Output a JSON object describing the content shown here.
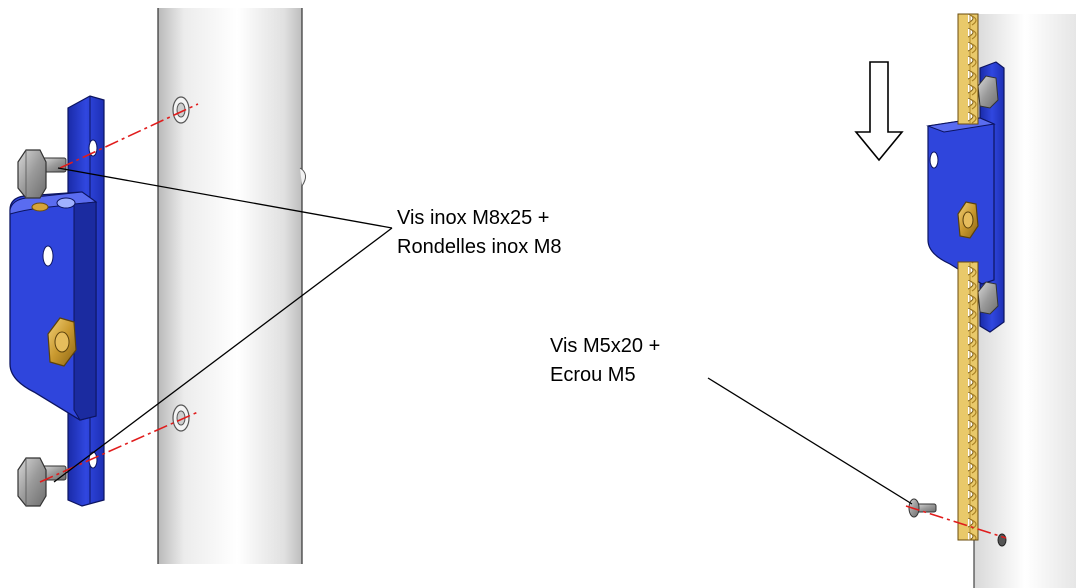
{
  "labels": {
    "screws_m8_line1": "Vis inox M8x25 +",
    "screws_m8_line2": "Rondelles inox M8",
    "screw_m5_line1": "Vis M5x20 +",
    "screw_m5_line2": "Ecrou M5"
  },
  "colors": {
    "bracket_blue": "#2a3fd6",
    "bracket_dark": "#172690",
    "rack_gold": "#e9c96a",
    "rack_tooth": "#d6ad3e",
    "brass": "#c9992f",
    "steel": "#9a9a9a",
    "centerline_red": "#e01c1c"
  },
  "icons": {
    "direction_arrow": "down-arrow-outline-icon"
  }
}
